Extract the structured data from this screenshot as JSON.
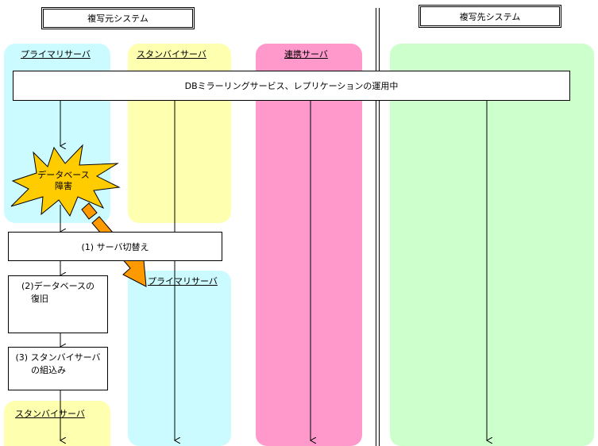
{
  "systems": {
    "source": "複写元システム",
    "target": "複写先システム"
  },
  "lanes": {
    "primary": "プライマリサーバ",
    "standby": "スタンバイサーバ",
    "link": "連携サーバ",
    "new_primary": "プライマリサーバ",
    "new_standby": "スタンバイサーバ"
  },
  "banner": "DBミラーリングサービス、レプリケーションの運用中",
  "failure": {
    "line1": "データベース",
    "line2": "障害"
  },
  "steps": {
    "switch": "(1) サーバ切替え",
    "recover_line1": "(2)データベースの",
    "recover_line2": "復旧",
    "integrate_line1": "(3) スタンバイサーバ",
    "integrate_line2": "の組込み"
  },
  "colors": {
    "primary_lane": "#ccfbff",
    "standby_lane": "#ffffb0",
    "link_lane": "#ff99cc",
    "target_lane": "#ccffcc",
    "burst_fill": "#ffcc00",
    "arrow_fill": "#ff9900"
  }
}
